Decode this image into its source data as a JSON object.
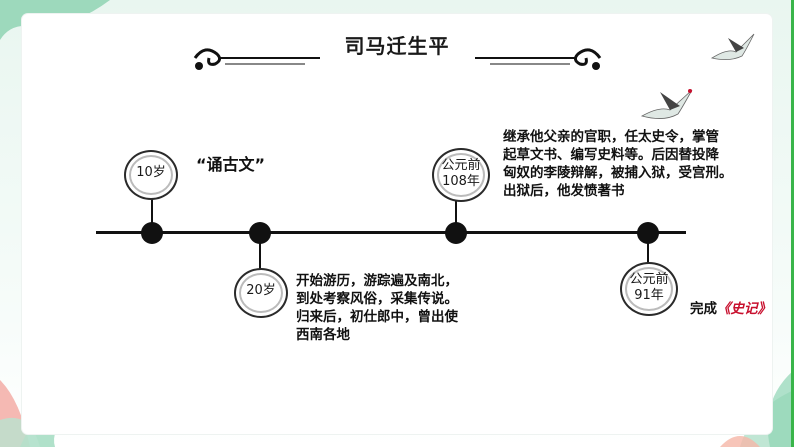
{
  "slide": {
    "title": "司马迁生平",
    "colors": {
      "accent_green": "#8fd4b3",
      "highlight_red": "#c8102e",
      "line": "#111111"
    },
    "events": [
      {
        "age_label": "10岁",
        "text": "“诵古文”"
      },
      {
        "age_label": "20岁",
        "lines": [
          "开始游历，游踪遍及南北，",
          "到处考察风俗，采集传说。",
          "归来后，初仕郎中，曾出使",
          "西南各地"
        ]
      },
      {
        "age_label_1": "公元前",
        "age_label_2": "108年",
        "lines": [
          "继承他父亲的官职，任太史令，掌管",
          "起草文书、编写史料等。后因替投降",
          "匈奴的李陵辩解，被捕入狱，受宫刑。",
          "出狱后，他发愤著书"
        ]
      },
      {
        "age_label_1": "公元前",
        "age_label_2": "91年",
        "prefix": "完成",
        "book": "《史记》"
      }
    ],
    "icons": [
      "crane-icon",
      "ornament-icon",
      "leaf-decoration-icon"
    ]
  }
}
